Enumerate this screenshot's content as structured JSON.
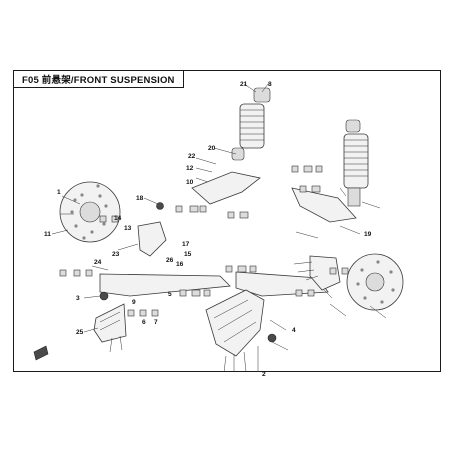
{
  "diagram": {
    "title": "F05 前悬架/FRONT SUSPENSION",
    "callouts": [
      "1",
      "2",
      "3",
      "4",
      "5",
      "6",
      "7",
      "8",
      "9",
      "10",
      "11",
      "12",
      "13",
      "14",
      "15",
      "16",
      "17",
      "18",
      "19",
      "20",
      "21",
      "22",
      "23",
      "24",
      "25",
      "26"
    ]
  }
}
